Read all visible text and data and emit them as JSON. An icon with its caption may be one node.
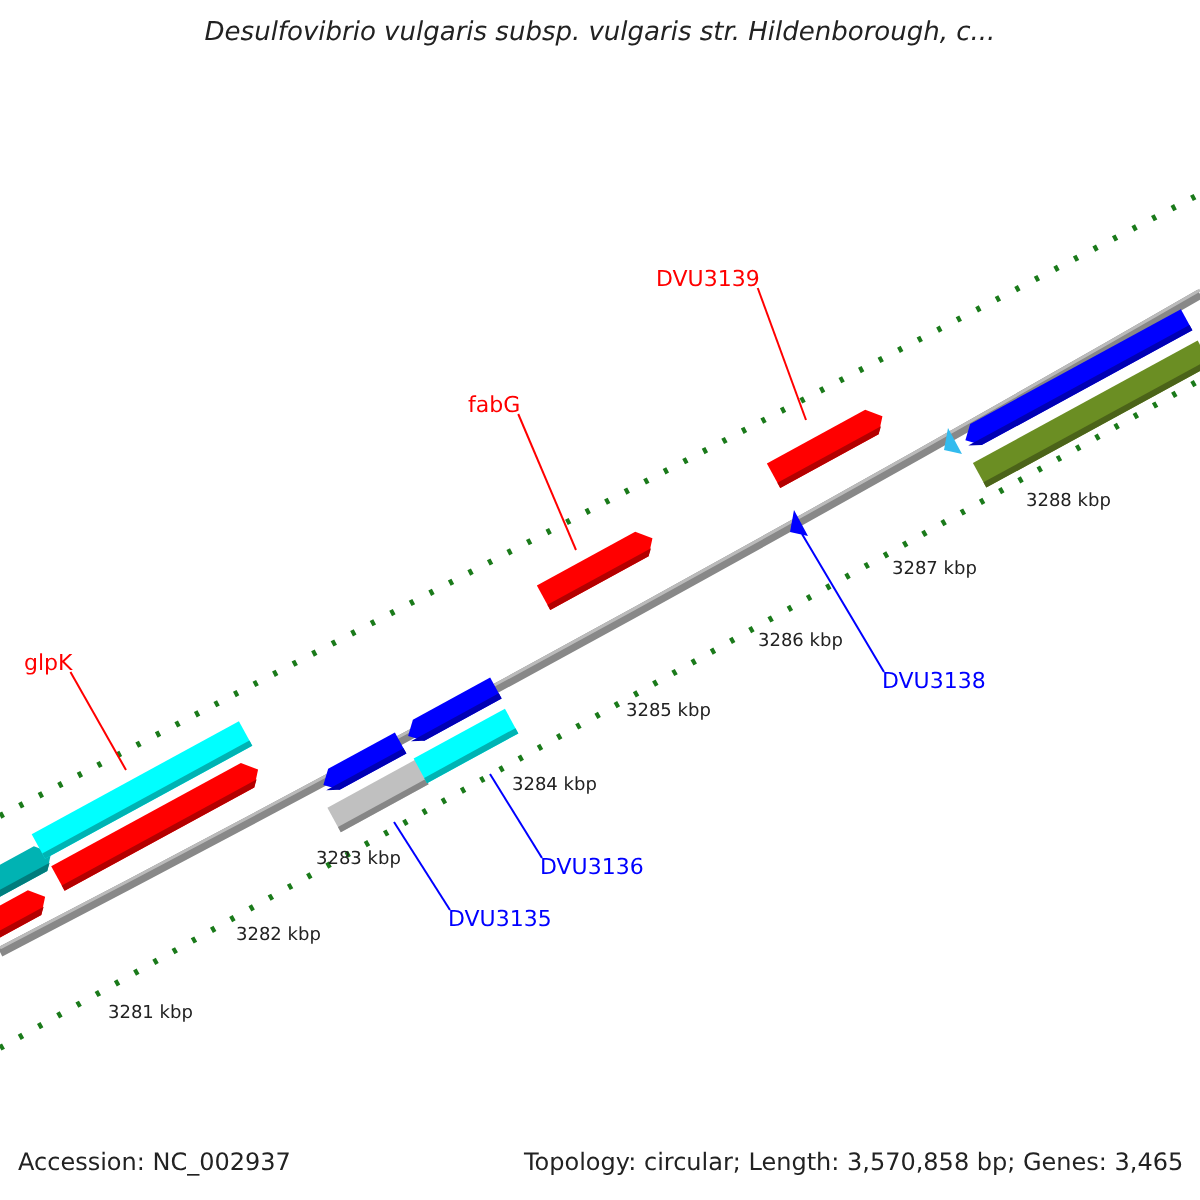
{
  "diagram": {
    "title": "Desulfovibrio vulgaris subsp. vulgaris str. Hildenborough, c...",
    "nodes": [
      {
        "text": [
          "DVU3139"
        ]
      },
      {
        "text": [],
        "shape": "bar"
      },
      {
        "text": [
          "fabG"
        ]
      },
      {
        "text": [],
        "shape": "bar"
      },
      {
        "text": [
          "glpK"
        ]
      },
      {
        "text": [],
        "shape": "bar"
      },
      {
        "text": [
          "DVU3138"
        ]
      },
      {
        "text": [],
        "shape": "triangle"
      },
      {
        "text": [
          "DVU3136"
        ]
      },
      {
        "text": [],
        "shape": "bar"
      },
      {
        "text": [
          "DVU3135"
        ]
      },
      {
        "text": [],
        "shape": "bar"
      }
    ],
    "edges": [
      {
        "from": 0,
        "to": 1,
        "arrow": "none"
      },
      {
        "from": 2,
        "to": 3,
        "arrow": "none"
      },
      {
        "from": 4,
        "to": 5,
        "arrow": "none"
      },
      {
        "from": 6,
        "to": 7,
        "arrow": "none",
        "color": "#0000ff"
      },
      {
        "from": 8,
        "to": 9,
        "arrow": "none",
        "color": "#0000ff"
      },
      {
        "from": 10,
        "to": 11,
        "arrow": "none",
        "color": "#0000ff"
      }
    ],
    "labels": [
      "3288 kbp",
      "3287 kbp",
      "3286 kbp",
      "3285 kbp",
      "3284 kbp",
      "3283 kbp",
      "3282 kbp",
      "3281 kbp",
      "Accession: NC_002937",
      "Topology: circular; Length: 3,570,858 bp; Genes: 3,465"
    ]
  }
}
